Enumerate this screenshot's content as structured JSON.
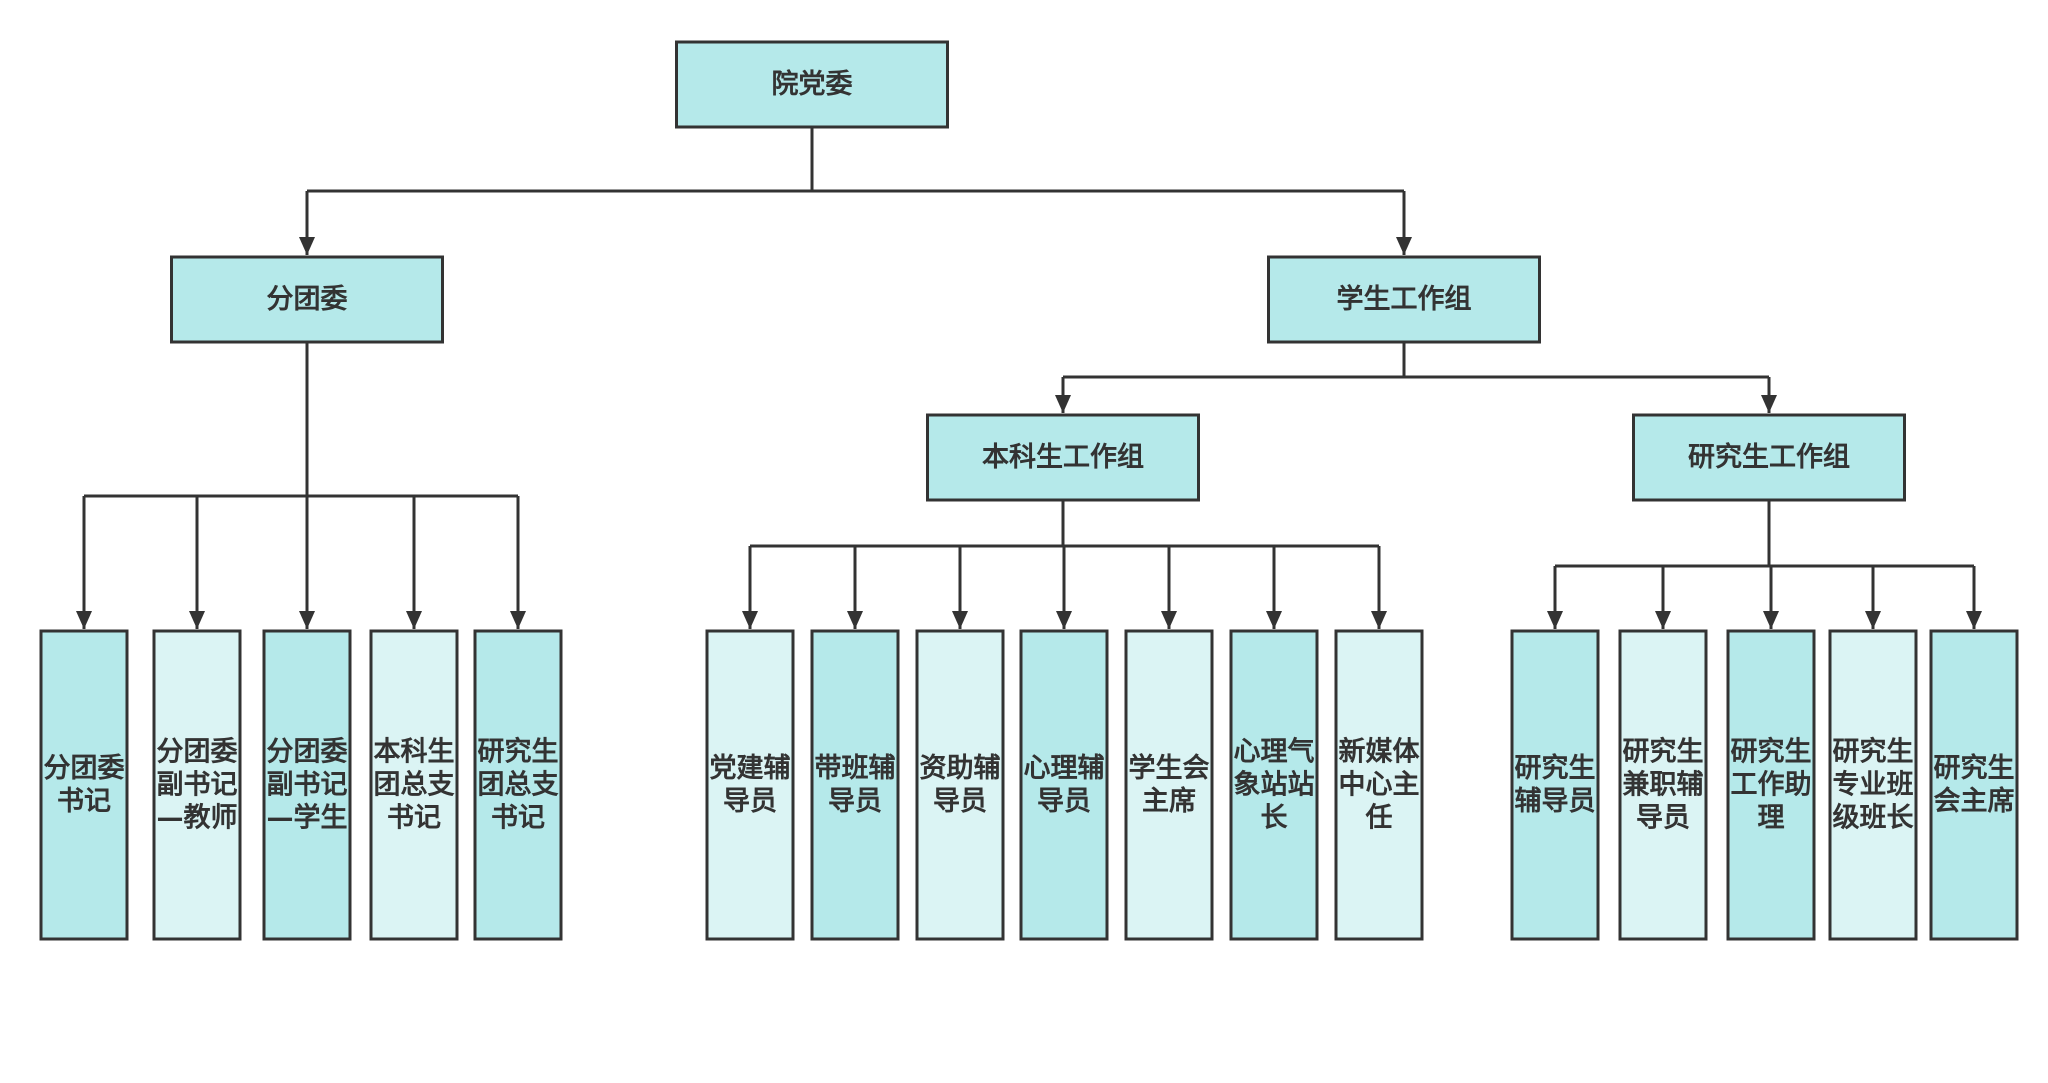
{
  "colors": {
    "dark_fill": "#b5e9ea",
    "light_fill": "#dbf4f4",
    "stroke": "#333333"
  },
  "nodes": {
    "root": {
      "label": "院党委"
    },
    "league": {
      "label": "分团委"
    },
    "student_work": {
      "label": "学生工作组"
    },
    "undergrad": {
      "label": "本科生工作组"
    },
    "grad": {
      "label": "研究生工作组"
    },
    "league_children": [
      {
        "label": "分团委书记"
      },
      {
        "label": "分团委副书记—教师"
      },
      {
        "label": "分团委副书记—学生"
      },
      {
        "label": "本科生团总支书记"
      },
      {
        "label": "研究生团总支书记"
      }
    ],
    "undergrad_children": [
      {
        "label": "党建辅导员"
      },
      {
        "label": "带班辅导员"
      },
      {
        "label": "资助辅导员"
      },
      {
        "label": "心理辅导员"
      },
      {
        "label": "学生会主席"
      },
      {
        "label": "心理气象站站长"
      },
      {
        "label": "新媒体中心主任"
      }
    ],
    "grad_children": [
      {
        "label": "研究生辅导员"
      },
      {
        "label": "研究生兼职辅导员"
      },
      {
        "label": "研究生工作助理"
      },
      {
        "label": "研究生专业班级班长"
      },
      {
        "label": "研究生会主席"
      }
    ]
  }
}
